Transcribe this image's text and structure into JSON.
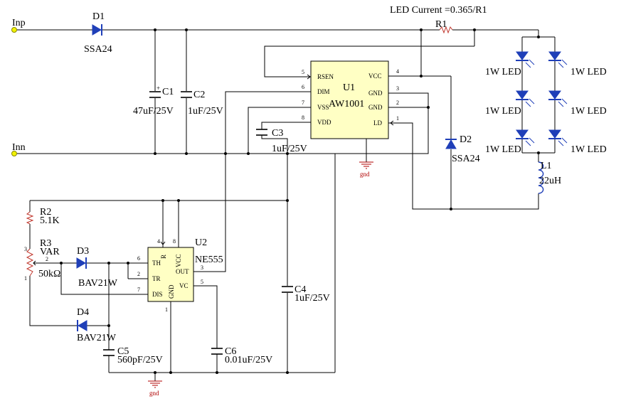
{
  "note": "LED Current =0.365/R1",
  "terminals": {
    "inp": "Inp",
    "inn": "Inn"
  },
  "d1": {
    "ref": "D1",
    "value": "SSA24"
  },
  "d2": {
    "ref": "D2",
    "value": "SSA24"
  },
  "d3": {
    "ref": "D3",
    "value": "BAV21W"
  },
  "d4": {
    "ref": "D4",
    "value": "BAV21W"
  },
  "c1": {
    "ref": "C1",
    "value": "47uF/25V",
    "polarity": "+"
  },
  "c2": {
    "ref": "C2",
    "value": "1uF/25V"
  },
  "c3": {
    "ref": "C3",
    "value": "1uF/25V"
  },
  "c4": {
    "ref": "C4",
    "value": "1uF/25V"
  },
  "c5": {
    "ref": "C5",
    "value": "560pF/25V"
  },
  "c6": {
    "ref": "C6",
    "value": "0.01uF/25V"
  },
  "r1": {
    "ref": "R1"
  },
  "r2": {
    "ref": "R2",
    "value": "5.1K"
  },
  "r3": {
    "ref": "R3",
    "value": "VAR",
    "resistance": "50kΩ",
    "pins": [
      "3",
      "2",
      "1"
    ]
  },
  "l1": {
    "ref": "L1",
    "value": "22uH"
  },
  "leds": [
    "1W LED",
    "1W LED",
    "1W LED",
    "1W LED",
    "1W LED",
    "1W LED"
  ],
  "u1": {
    "ref": "U1",
    "part": "AW1001",
    "left_pins": [
      {
        "num": "5",
        "name": "RSEN"
      },
      {
        "num": "6",
        "name": "DIM"
      },
      {
        "num": "7",
        "name": "VSS"
      },
      {
        "num": "8",
        "name": "VDD"
      }
    ],
    "right_pins": [
      {
        "num": "4",
        "name": "VCC"
      },
      {
        "num": "3",
        "name": "GND"
      },
      {
        "num": "2",
        "name": "GND"
      },
      {
        "num": "1",
        "name": "LD"
      }
    ]
  },
  "u2": {
    "ref": "U2",
    "part": "NE555",
    "left_pins": [
      {
        "num": "6",
        "name": "TH"
      },
      {
        "num": "2",
        "name": "TR"
      },
      {
        "num": "7",
        "name": "DIS"
      }
    ],
    "right_pins": [
      {
        "num": "3",
        "name": "OUT"
      },
      {
        "num": "5",
        "name": "VC"
      }
    ],
    "top_pins": [
      {
        "num": "4",
        "name": "R"
      },
      {
        "num": "8",
        "name": "VCC"
      }
    ],
    "bottom_pins": [
      {
        "num": "1",
        "name": "GND"
      }
    ]
  },
  "gnd_labels": [
    "gnd",
    "gnd"
  ]
}
